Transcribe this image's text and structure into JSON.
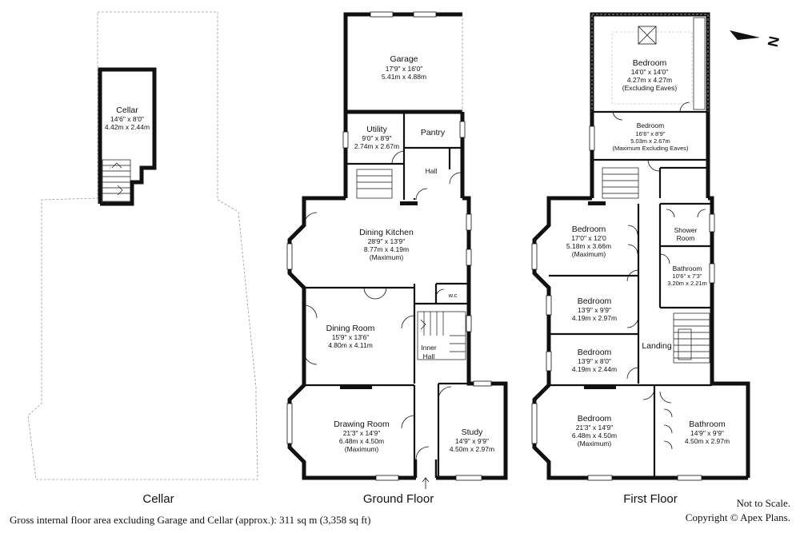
{
  "floors": {
    "cellar": "Cellar",
    "ground": "Ground Floor",
    "first": "First Floor"
  },
  "rooms": {
    "cellar": {
      "name": "Cellar",
      "imperial": "14'6\" x 8'0\"",
      "metric": "4.42m x 2.44m"
    },
    "garage": {
      "name": "Garage",
      "imperial": "17'9\" x 16'0\"",
      "metric": "5.41m x 4.88m"
    },
    "utility": {
      "name": "Utility",
      "imperial": "9'0\" x 8'9\"",
      "metric": "2.74m x 2.67m"
    },
    "pantry": {
      "name": "Pantry"
    },
    "hall": {
      "name": "Hall"
    },
    "dining_kitchen": {
      "name": "Dining Kitchen",
      "imperial": "28'9\" x 13'9\"",
      "metric": "8.77m x 4.19m",
      "note": "(Maximum)"
    },
    "wc": {
      "name": "w.c"
    },
    "dining_room": {
      "name": "Dining Room",
      "imperial": "15'9\" x 13'6\"",
      "metric": "4.80m x 4.11m"
    },
    "inner_hall": {
      "name1": "Inner",
      "name2": "Hall"
    },
    "drawing_room": {
      "name": "Drawing Room",
      "imperial": "21'3\" x 14'9\"",
      "metric": "6.48m x 4.50m",
      "note": "(Maximum)"
    },
    "study": {
      "name": "Study",
      "imperial": "14'9\" x 9'9\"",
      "metric": "4.50m x 2.97m"
    },
    "bedroom_top": {
      "name": "Bedroom",
      "imperial": "14'0\" x 14'0\"",
      "metric": "4.27m x 4.27m",
      "note": "(Excluding Eaves)"
    },
    "bedroom_eaves": {
      "name": "Bedroom",
      "imperial": "16'6\" x 8'9\"",
      "metric": "5.03m x 2.67m",
      "note": "(Maximum Excluding Eaves)"
    },
    "bedroom_1": {
      "name": "Bedroom",
      "imperial": "17'0\" x 12'0",
      "metric": "5.18m x 3.66m",
      "note": "(Maximum)"
    },
    "shower_room": {
      "name1": "Shower",
      "name2": "Room"
    },
    "bathroom_small": {
      "name": "Bathroom",
      "imperial": "10'6\" x 7'3\"",
      "metric": "3.20m x 2.21m"
    },
    "bedroom_2": {
      "name": "Bedroom",
      "imperial": "13'9\" x 9'9\"",
      "metric": "4.19m x 2.97m"
    },
    "landing": {
      "name": "Landing"
    },
    "bedroom_3": {
      "name": "Bedroom",
      "imperial": "13'9\" x 8'0\"",
      "metric": "4.19m x 2.44m"
    },
    "bedroom_4": {
      "name": "Bedroom",
      "imperial": "21'3\" x 14'9\"",
      "metric": "6.48m x 4.50m",
      "note": "(Maximum)"
    },
    "bathroom_large": {
      "name": "Bathroom",
      "imperial": "14'9\" x 9'9\"",
      "metric": "4.50m x 2.97m"
    }
  },
  "compass": {
    "letter": "N"
  },
  "footer": {
    "area": "Gross internal floor area excluding Garage and Cellar  (approx.): 311 sq m (3,358 sq ft)",
    "scale": "Not to Scale.",
    "copyright": "Copyright © Apex Plans."
  }
}
